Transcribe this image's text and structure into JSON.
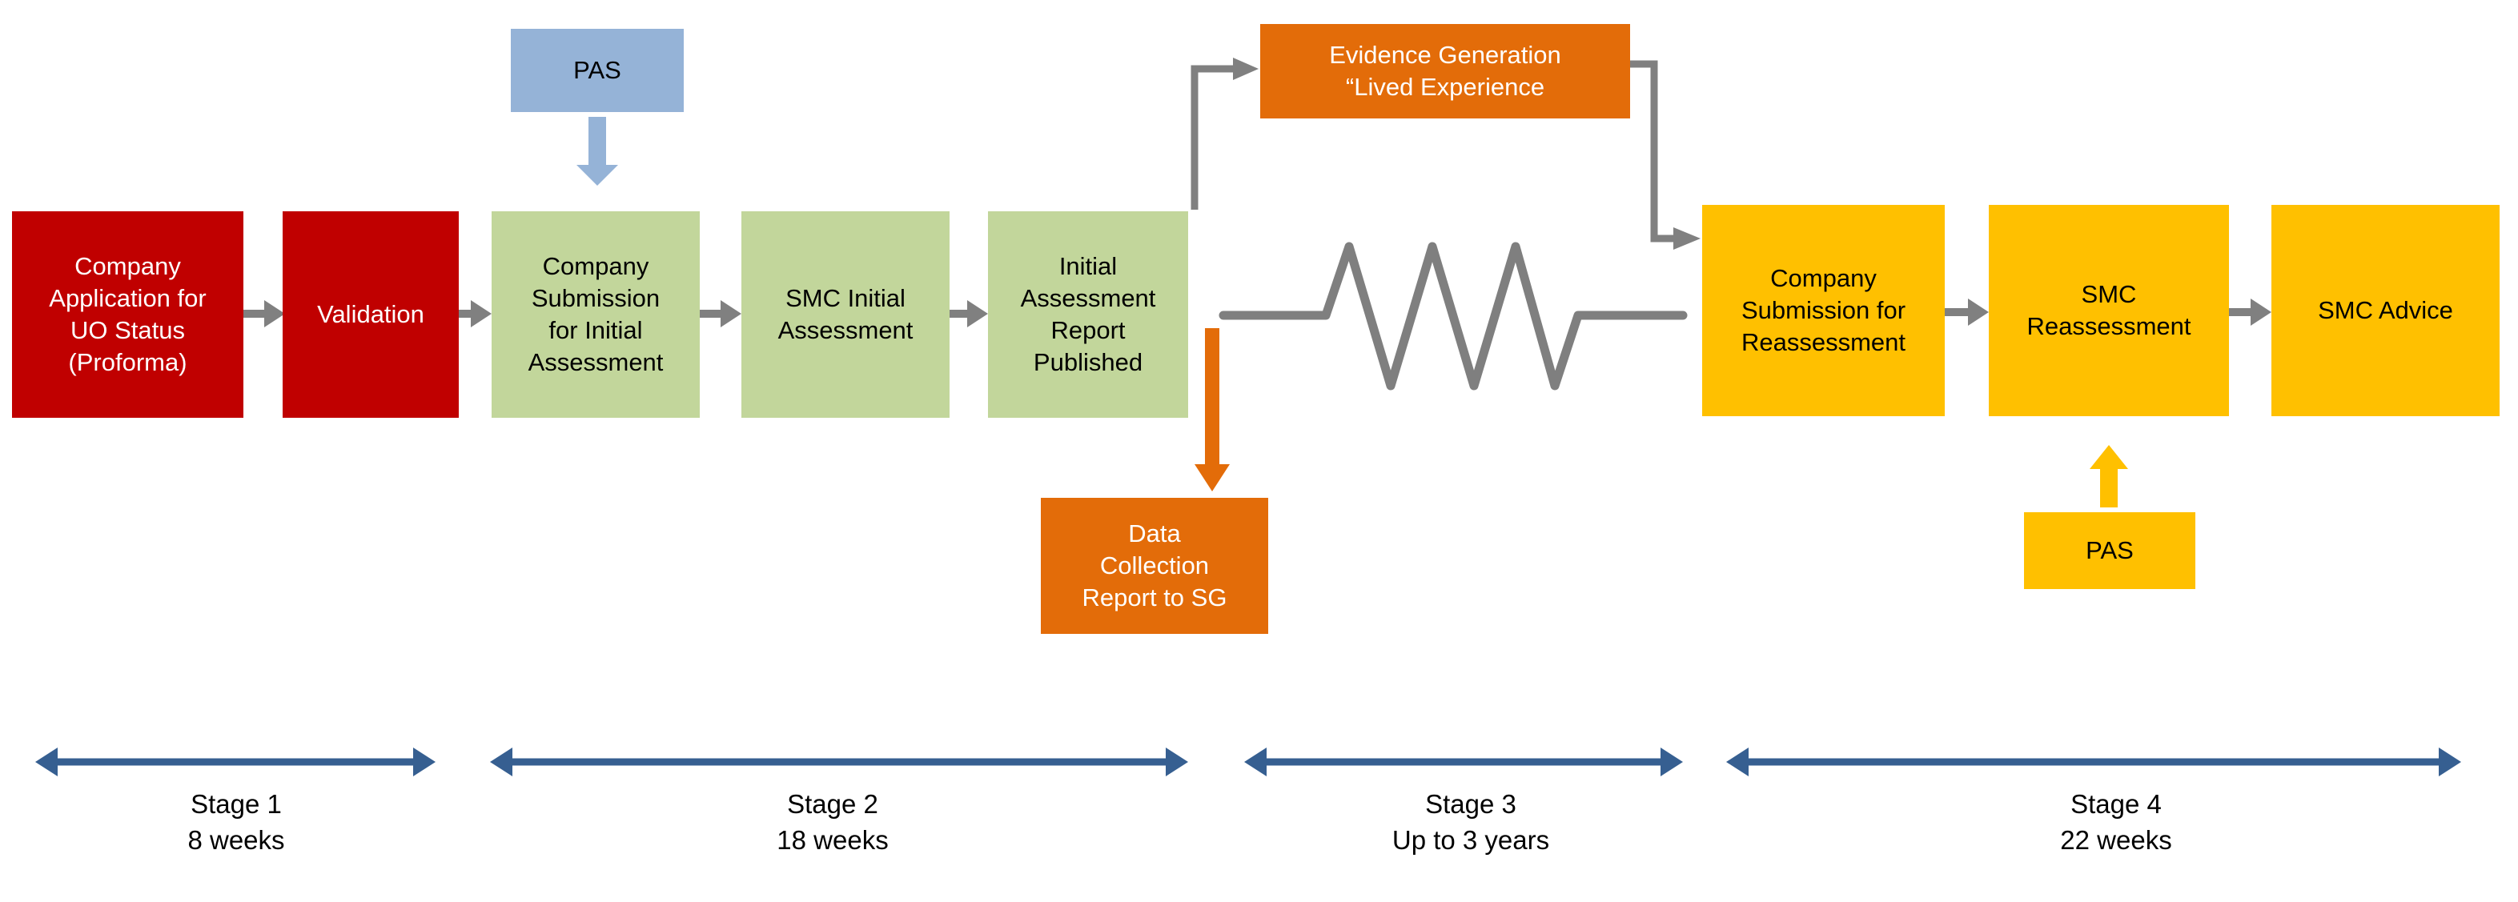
{
  "diagram": {
    "boxes": {
      "company_application": {
        "label": "Company\nApplication for\nUO Status\n(Proforma)",
        "color": "#C00000",
        "text_color": "#FFFFFF"
      },
      "validation": {
        "label": "Validation",
        "color": "#C00000",
        "text_color": "#FFFFFF"
      },
      "pas_initial": {
        "label": "PAS",
        "color": "#95B3D7",
        "text_color": "#000000"
      },
      "company_submission_initial": {
        "label": "Company\nSubmission\nfor Initial\nAssessment",
        "color": "#C2D69B",
        "text_color": "#000000"
      },
      "smc_initial_assessment": {
        "label": "SMC Initial\nAssessment",
        "color": "#C2D69B",
        "text_color": "#000000"
      },
      "initial_assessment_report": {
        "label": "Initial\nAssessment\nReport\nPublished",
        "color": "#C2D69B",
        "text_color": "#000000"
      },
      "evidence_generation": {
        "label": "Evidence Generation\n“Lived Experience",
        "color": "#E36C09",
        "text_color": "#FFFFFF"
      },
      "data_collection": {
        "label": "Data\nCollection\nReport to SG",
        "color": "#E36C09",
        "text_color": "#FFFFFF"
      },
      "company_submission_reassessment": {
        "label": "Company\nSubmission for\nReassessment",
        "color": "#FFC000",
        "text_color": "#000000"
      },
      "smc_reassessment": {
        "label": "SMC\nReassessment",
        "color": "#FFC000",
        "text_color": "#000000"
      },
      "smc_advice": {
        "label": "SMC Advice",
        "color": "#FFC000",
        "text_color": "#000000"
      },
      "pas_reassessment": {
        "label": "PAS",
        "color": "#FFC000",
        "text_color": "#000000"
      }
    },
    "stages": [
      {
        "name": "Stage 1",
        "duration": "8 weeks"
      },
      {
        "name": "Stage 2",
        "duration": "18 weeks"
      },
      {
        "name": "Stage 3",
        "duration": "Up to 3 years"
      },
      {
        "name": "Stage 4",
        "duration": "22 weeks"
      }
    ],
    "colors": {
      "flow_arrow_gray": "#808080",
      "resistor_gray": "#7F7F7F",
      "stage_arrow_blue": "#365F91",
      "pas_initial_arrow": "#95B3D7",
      "data_collection_arrow": "#E36C09",
      "pas_reassessment_arrow": "#FFC000"
    }
  }
}
